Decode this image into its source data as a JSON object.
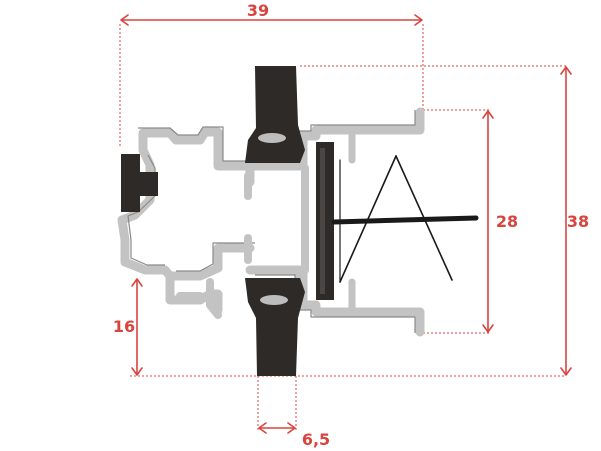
{
  "colors": {
    "dimension": "#d9443f",
    "profile_fill": "#c3c3c3",
    "profile_stroke": "#8a8a8a",
    "gasket": "#2d2a28",
    "glass_line": "#1a1a1a"
  },
  "dimensions": {
    "top_width": "39",
    "right_height": "38",
    "inner_height": "28",
    "bottom_left_height": "16",
    "bottom_gasket_width": "6,5"
  }
}
